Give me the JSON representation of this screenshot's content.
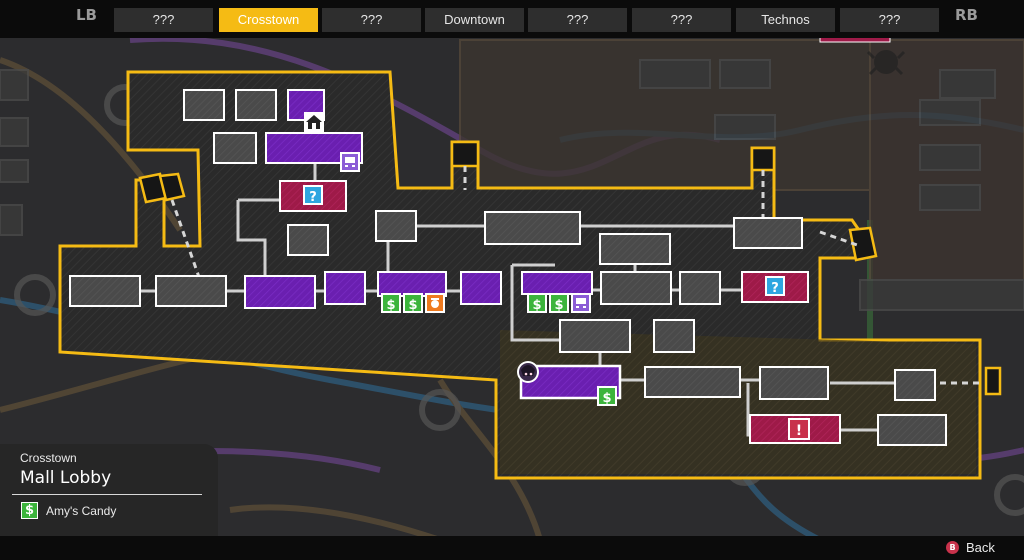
{
  "top_nav": {
    "lb": "LB",
    "rb": "RB",
    "tabs": [
      {
        "label": "???",
        "active": false
      },
      {
        "label": "Crosstown",
        "active": true
      },
      {
        "label": "???",
        "active": false
      },
      {
        "label": "Downtown",
        "active": false
      },
      {
        "label": "???",
        "active": false
      },
      {
        "label": "???",
        "active": false
      },
      {
        "label": "Technos",
        "active": false
      },
      {
        "label": "???",
        "active": false
      }
    ]
  },
  "location": {
    "district": "Crosstown",
    "name": "Mall Lobby",
    "shop_icon": "shop-dollar-icon",
    "shop_name": "Amy's Candy"
  },
  "controls": {
    "back_button": "B",
    "back_label": "Back"
  },
  "map_legend_icons": [
    "home-icon",
    "bus-icon",
    "question-icon",
    "shop-dollar-icon",
    "food-icon",
    "alert-icon",
    "player-marker-icon"
  ],
  "colors": {
    "accent": "#f5bb14",
    "purple_room": "#6a1fb0",
    "magenta_room": "#9e1a48",
    "shop_green": "#3cb43c",
    "bus_purple": "#8b5cd6",
    "question_blue": "#2ea6e0",
    "food_orange": "#ef7a1f"
  }
}
